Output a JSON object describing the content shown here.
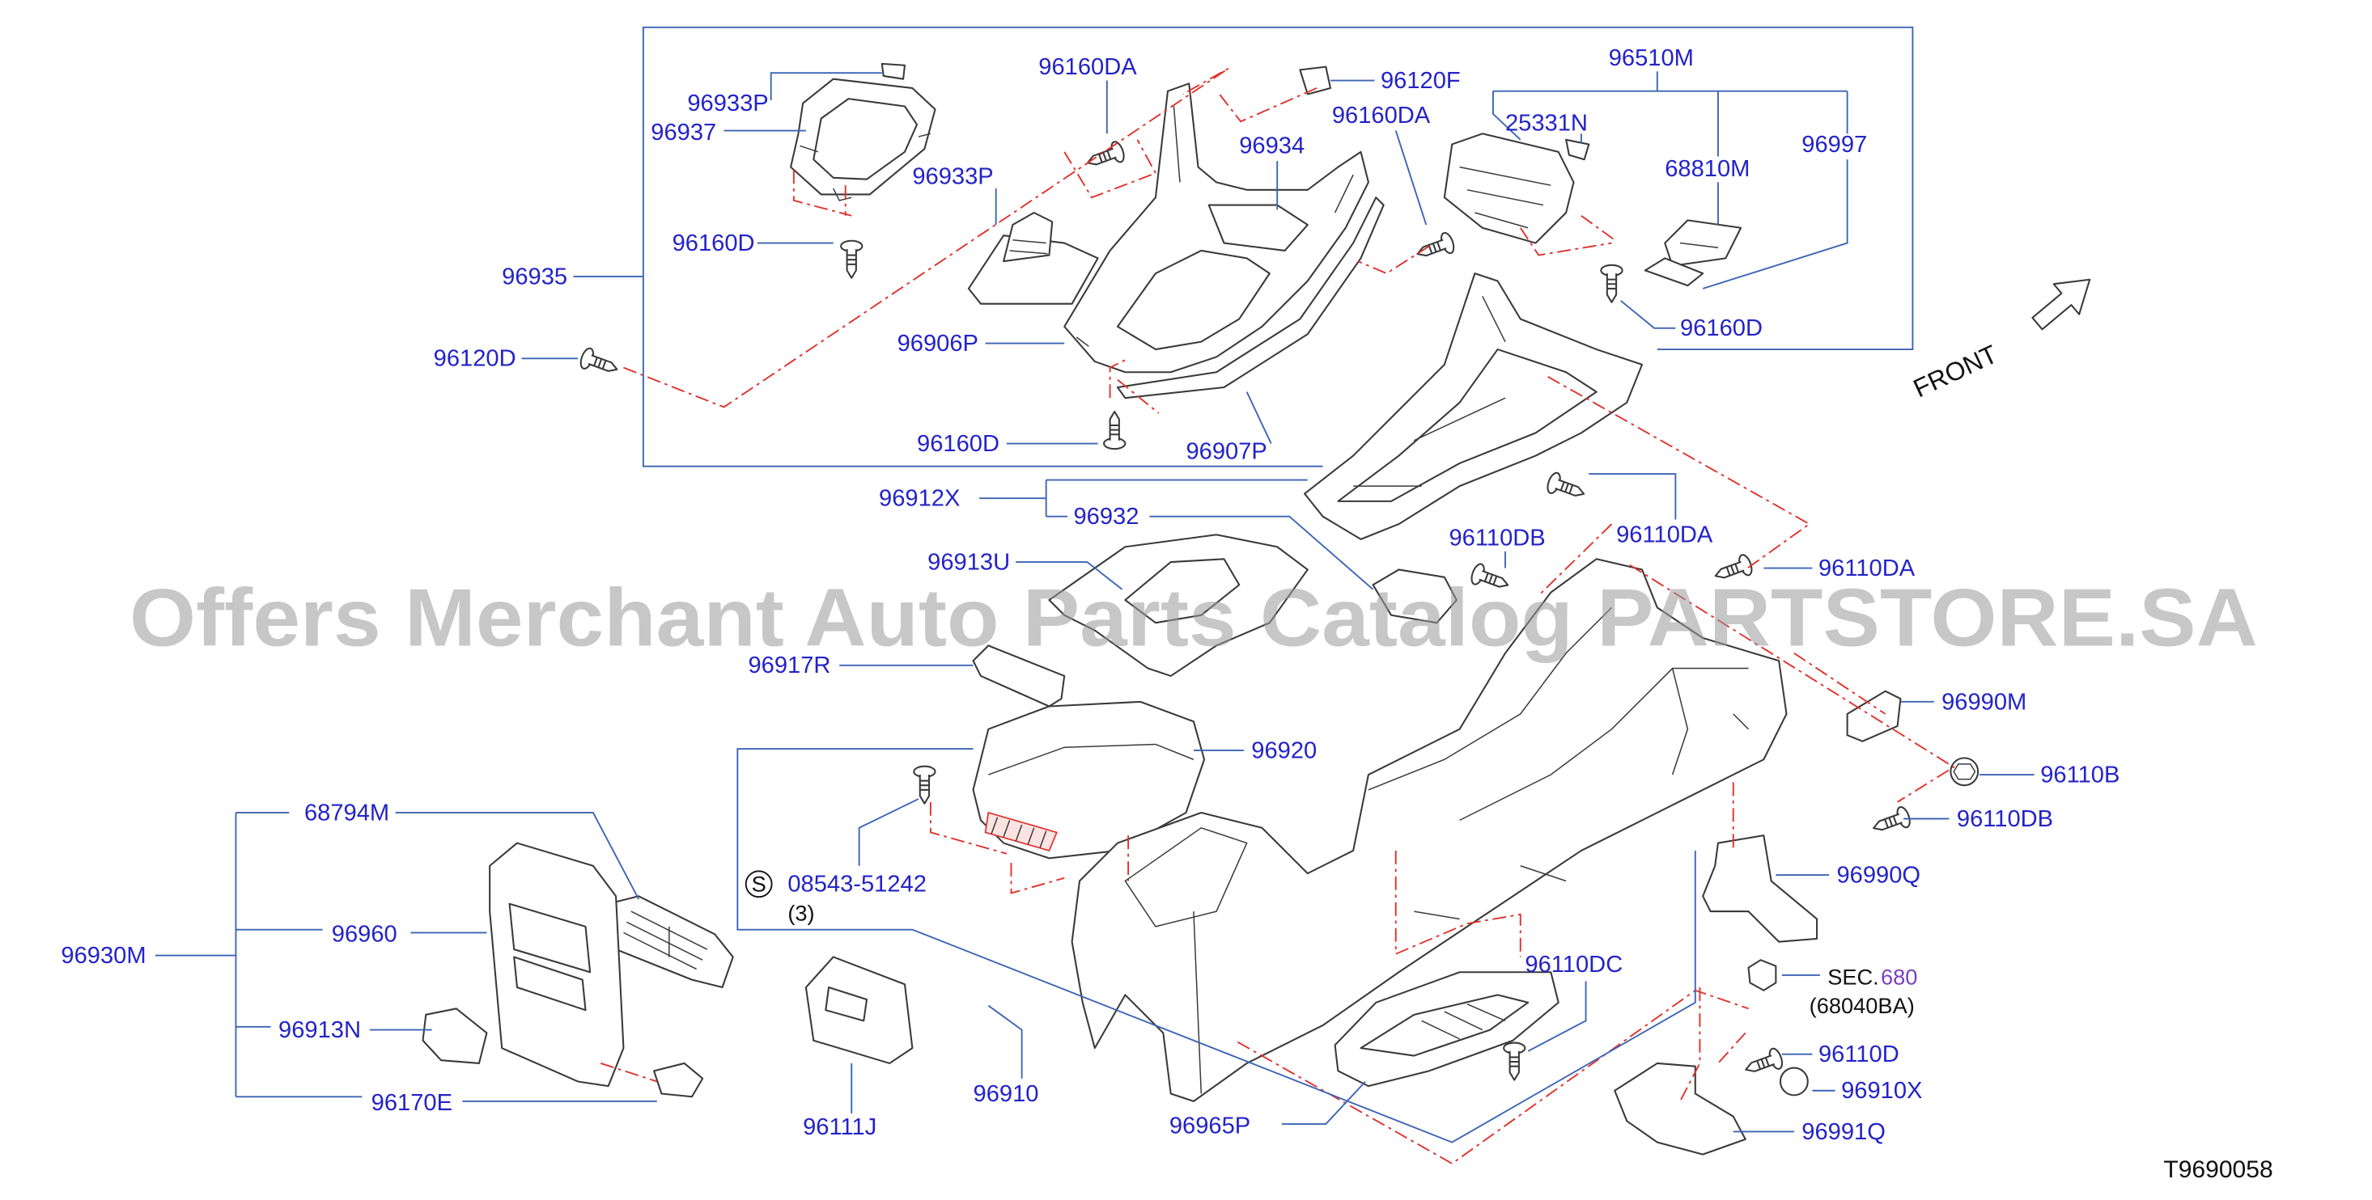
{
  "colors": {
    "label": "#2323c8",
    "leader": "#3b64b5",
    "dash": "#e0302a",
    "part": "#3a3a3a",
    "section_link": "#7b3fc0",
    "watermark": "#9b9b9b",
    "note": "#111111"
  },
  "watermark": "Offers Merchant Auto Parts Catalog PARTSTORE.SA",
  "front_label": "FRONT",
  "diagram_code": "T9690058",
  "labels": {
    "p96933P_top": "96933P",
    "p96937": "96937",
    "p96160DA_top": "96160DA",
    "p96120F": "96120F",
    "p96160DA_right": "96160DA",
    "p96510M": "96510M",
    "p25331N": "25331N",
    "p68810M": "68810M",
    "p96997": "96997",
    "p96934": "96934",
    "p96933P_boot": "96933P",
    "p96160D_bezel": "96160D",
    "p96935": "96935",
    "p96906P": "96906P",
    "p96120D": "96120D",
    "p96160D_lower": "96160D",
    "p96907P": "96907P",
    "p96160D_right": "96160D",
    "p96912X": "96912X",
    "p96932": "96932",
    "p96110DB_upper": "96110DB",
    "p96110DA_mid": "96110DA",
    "p96110DA_right": "96110DA",
    "p96913U": "96913U",
    "p96917R": "96917R",
    "p96990M": "96990M",
    "p96920": "96920",
    "p96110B": "96110B",
    "p96110DB_lower": "96110DB",
    "p68794M": "68794M",
    "p96990Q": "96990Q",
    "p96930M": "96930M",
    "p96960": "96960",
    "p96110DC": "96110DC",
    "p96913N": "96913N",
    "p96110D": "96110D",
    "p96910X": "96910X",
    "p96170E": "96170E",
    "p96910": "96910",
    "p96111J": "96111J",
    "p96991Q": "96991Q",
    "p96965P": "96965P"
  },
  "screw_callout": {
    "symbol": "S",
    "part_no": "08543-51242",
    "qty": "(3)"
  },
  "section_ref": {
    "prefix": "SEC.",
    "number": "680",
    "part": "(68040BA)"
  }
}
